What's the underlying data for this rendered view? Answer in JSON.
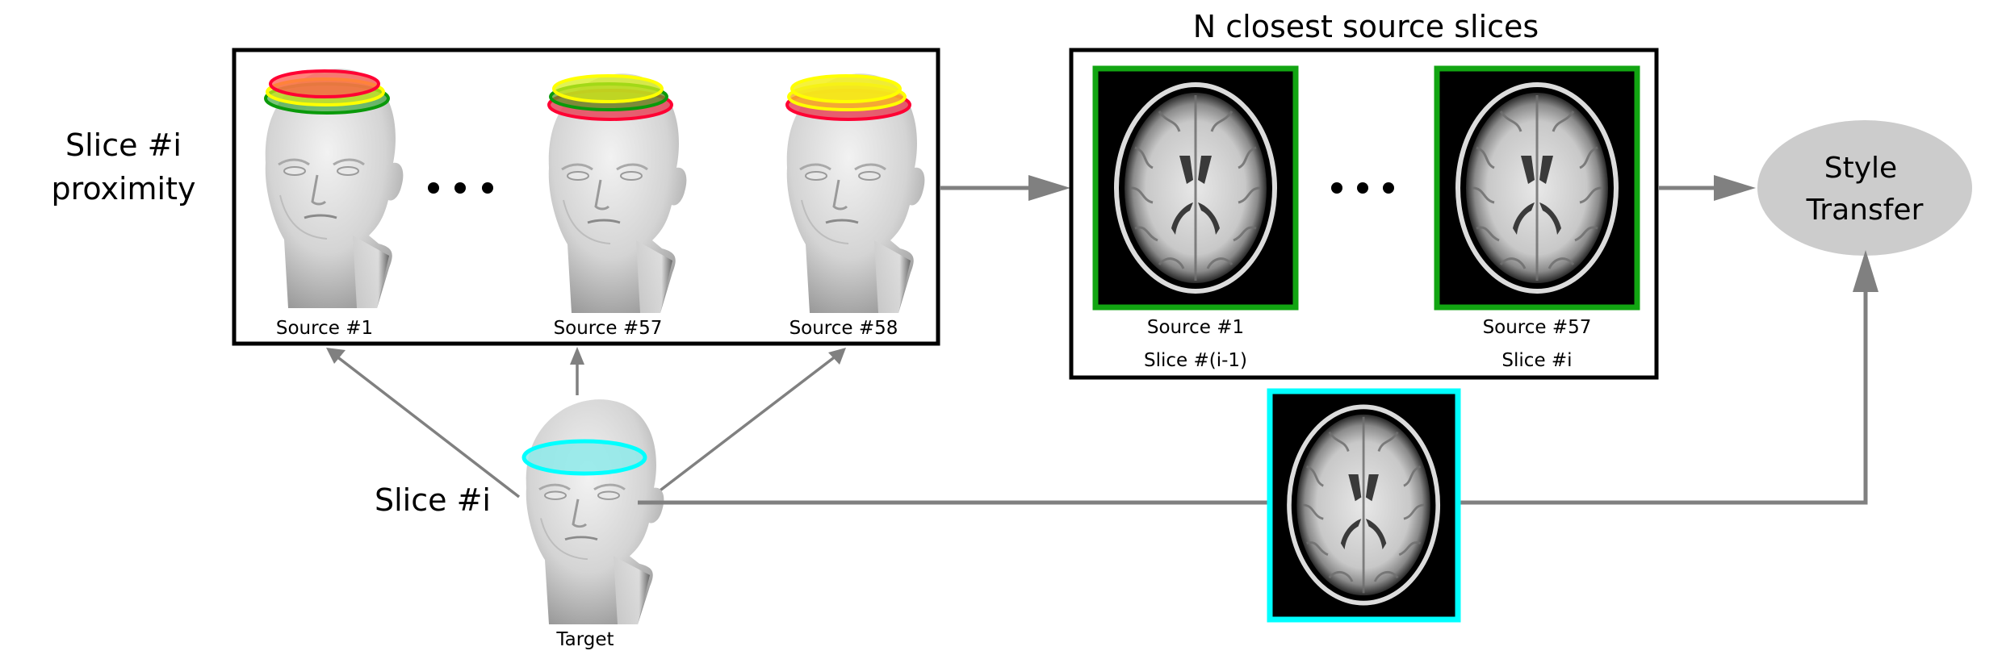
{
  "diagram": {
    "title": "N closest source slices",
    "left_label_line1": "Slice #i",
    "left_label_line2": "proximity",
    "target_label": "Slice #i",
    "node_style_transfer": {
      "line1": "Style",
      "line2": "Transfer"
    },
    "ellipsis": "• • •",
    "proximity_panel": {
      "heads": [
        {
          "label": "Source #1",
          "slice_rings": [
            "red",
            "yellow",
            "green"
          ]
        },
        {
          "label": "Source #57",
          "slice_rings": [
            "yellow",
            "green",
            "red"
          ]
        },
        {
          "label": "Source #58",
          "slice_rings": [
            "yellow",
            "yellow",
            "red"
          ]
        }
      ]
    },
    "closest_slices_panel": {
      "slices": [
        {
          "source": "Source #1",
          "slice": "Slice #(i-1)"
        },
        {
          "source": "Source #57",
          "slice": "Slice #i"
        }
      ]
    },
    "target": {
      "label": "Target",
      "slice_ring": "cyan"
    },
    "colors": {
      "arrow": "#808080",
      "node_fill": "#cccccc",
      "slice_frame_selected": "#12a512",
      "target_frame": "#00ffff",
      "ring_red": "#ff0033",
      "ring_yellow": "#ffff00",
      "ring_green": "#0a9a0a",
      "ring_cyan": "#00ffff"
    }
  }
}
